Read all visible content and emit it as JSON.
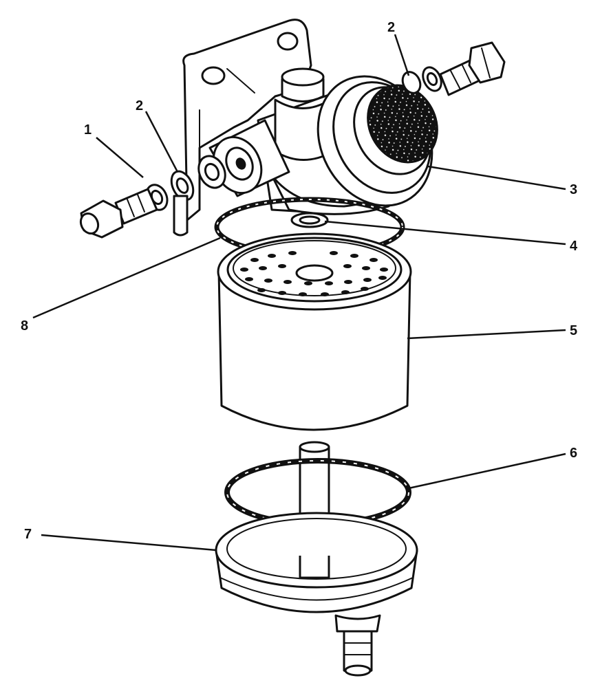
{
  "callouts": [
    {
      "id": "1",
      "label": "1"
    },
    {
      "id": "2a",
      "label": "2"
    },
    {
      "id": "2b",
      "label": "2"
    },
    {
      "id": "3",
      "label": "3"
    },
    {
      "id": "4",
      "label": "4"
    },
    {
      "id": "5",
      "label": "5"
    },
    {
      "id": "6",
      "label": "6"
    },
    {
      "id": "7",
      "label": "7"
    },
    {
      "id": "8",
      "label": "8"
    }
  ],
  "colors": {
    "line": "#111111",
    "background": "#ffffff",
    "texture": "#111111"
  }
}
